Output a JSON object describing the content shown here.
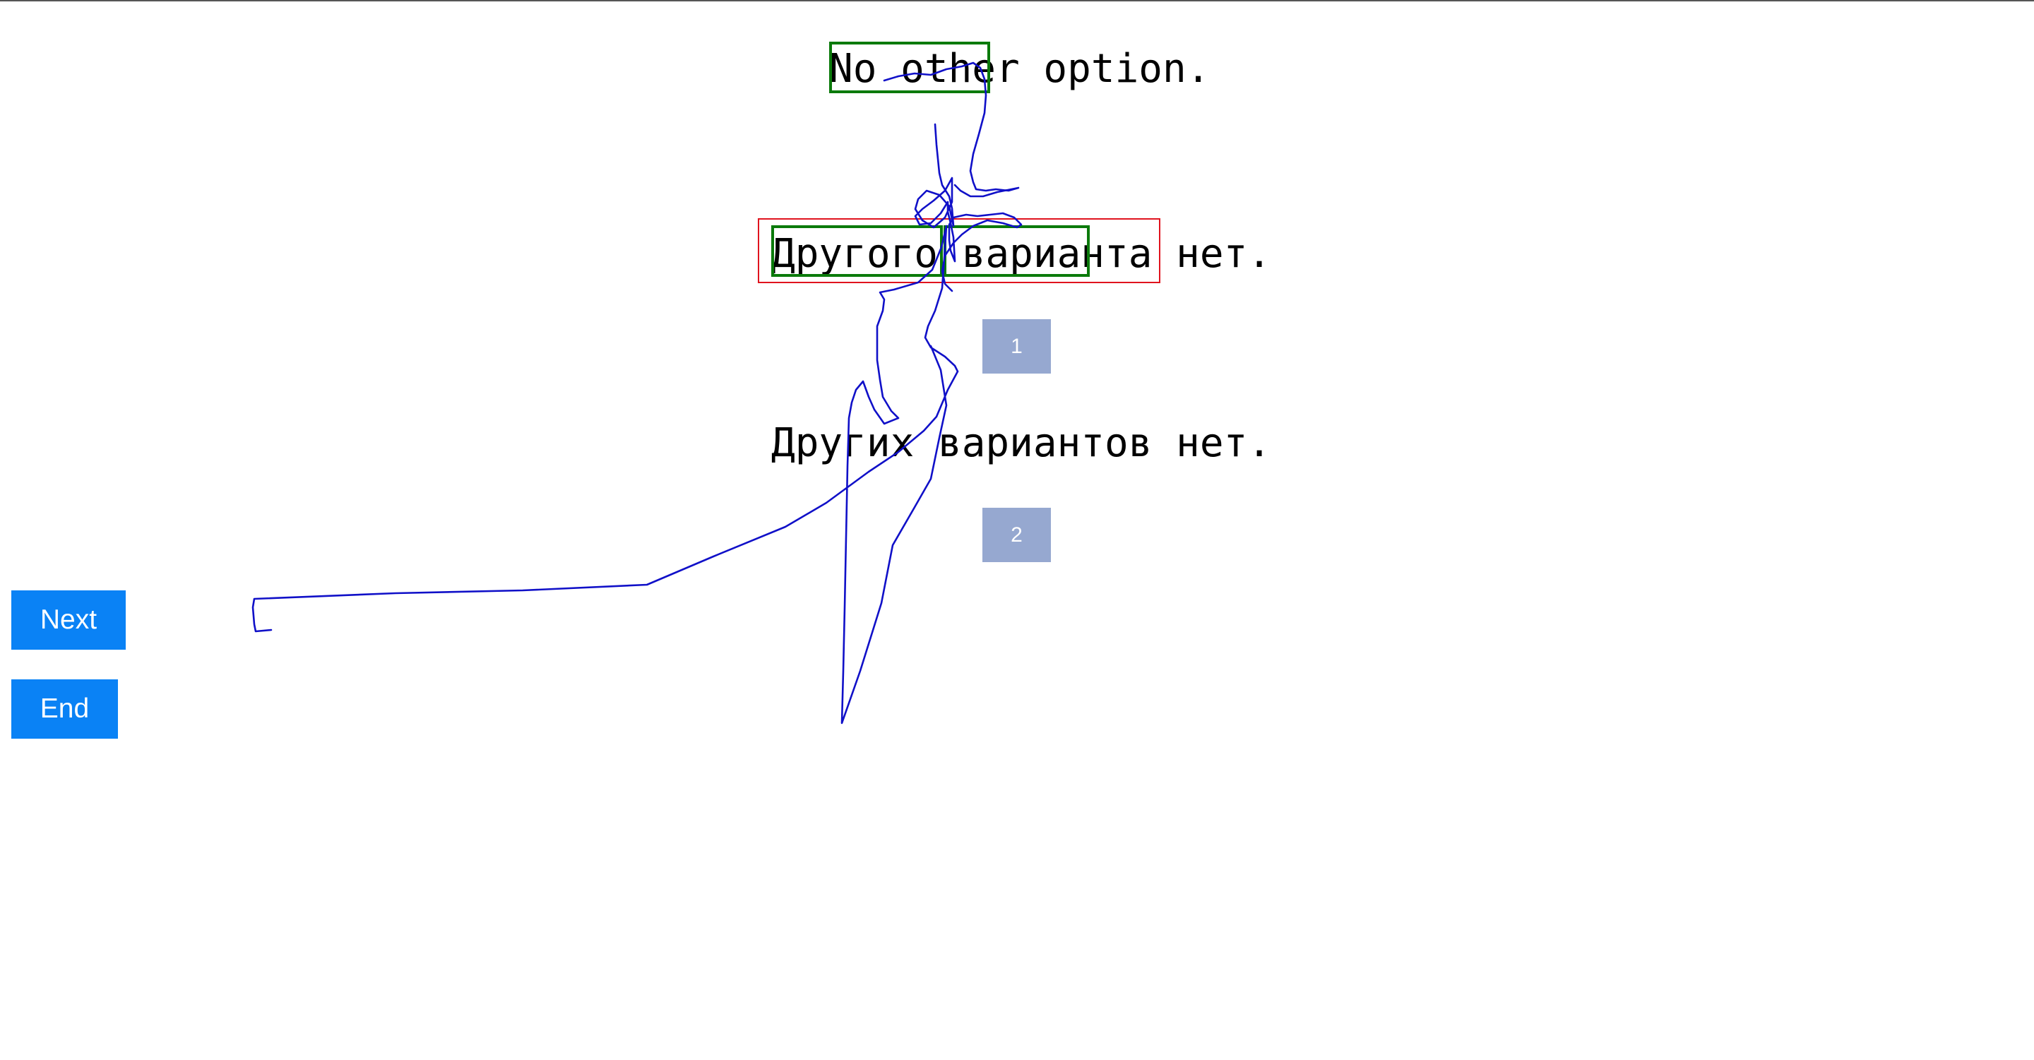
{
  "source_sentence": "No other option.",
  "target_sentences": [
    {
      "text": "Другого варианта нет.",
      "rank": "1"
    },
    {
      "text": "Других вариантов нет.",
      "rank": "2"
    }
  ],
  "buttons": {
    "next_label": "Next",
    "end_label": "End"
  },
  "colors": {
    "button_blue": "#0a82f5",
    "rank_badge": "#96a8d0",
    "aligned_box_green": "#0b7a0b",
    "highlight_box_red": "#e0141e",
    "pen_stroke_blue": "#1010c8"
  }
}
